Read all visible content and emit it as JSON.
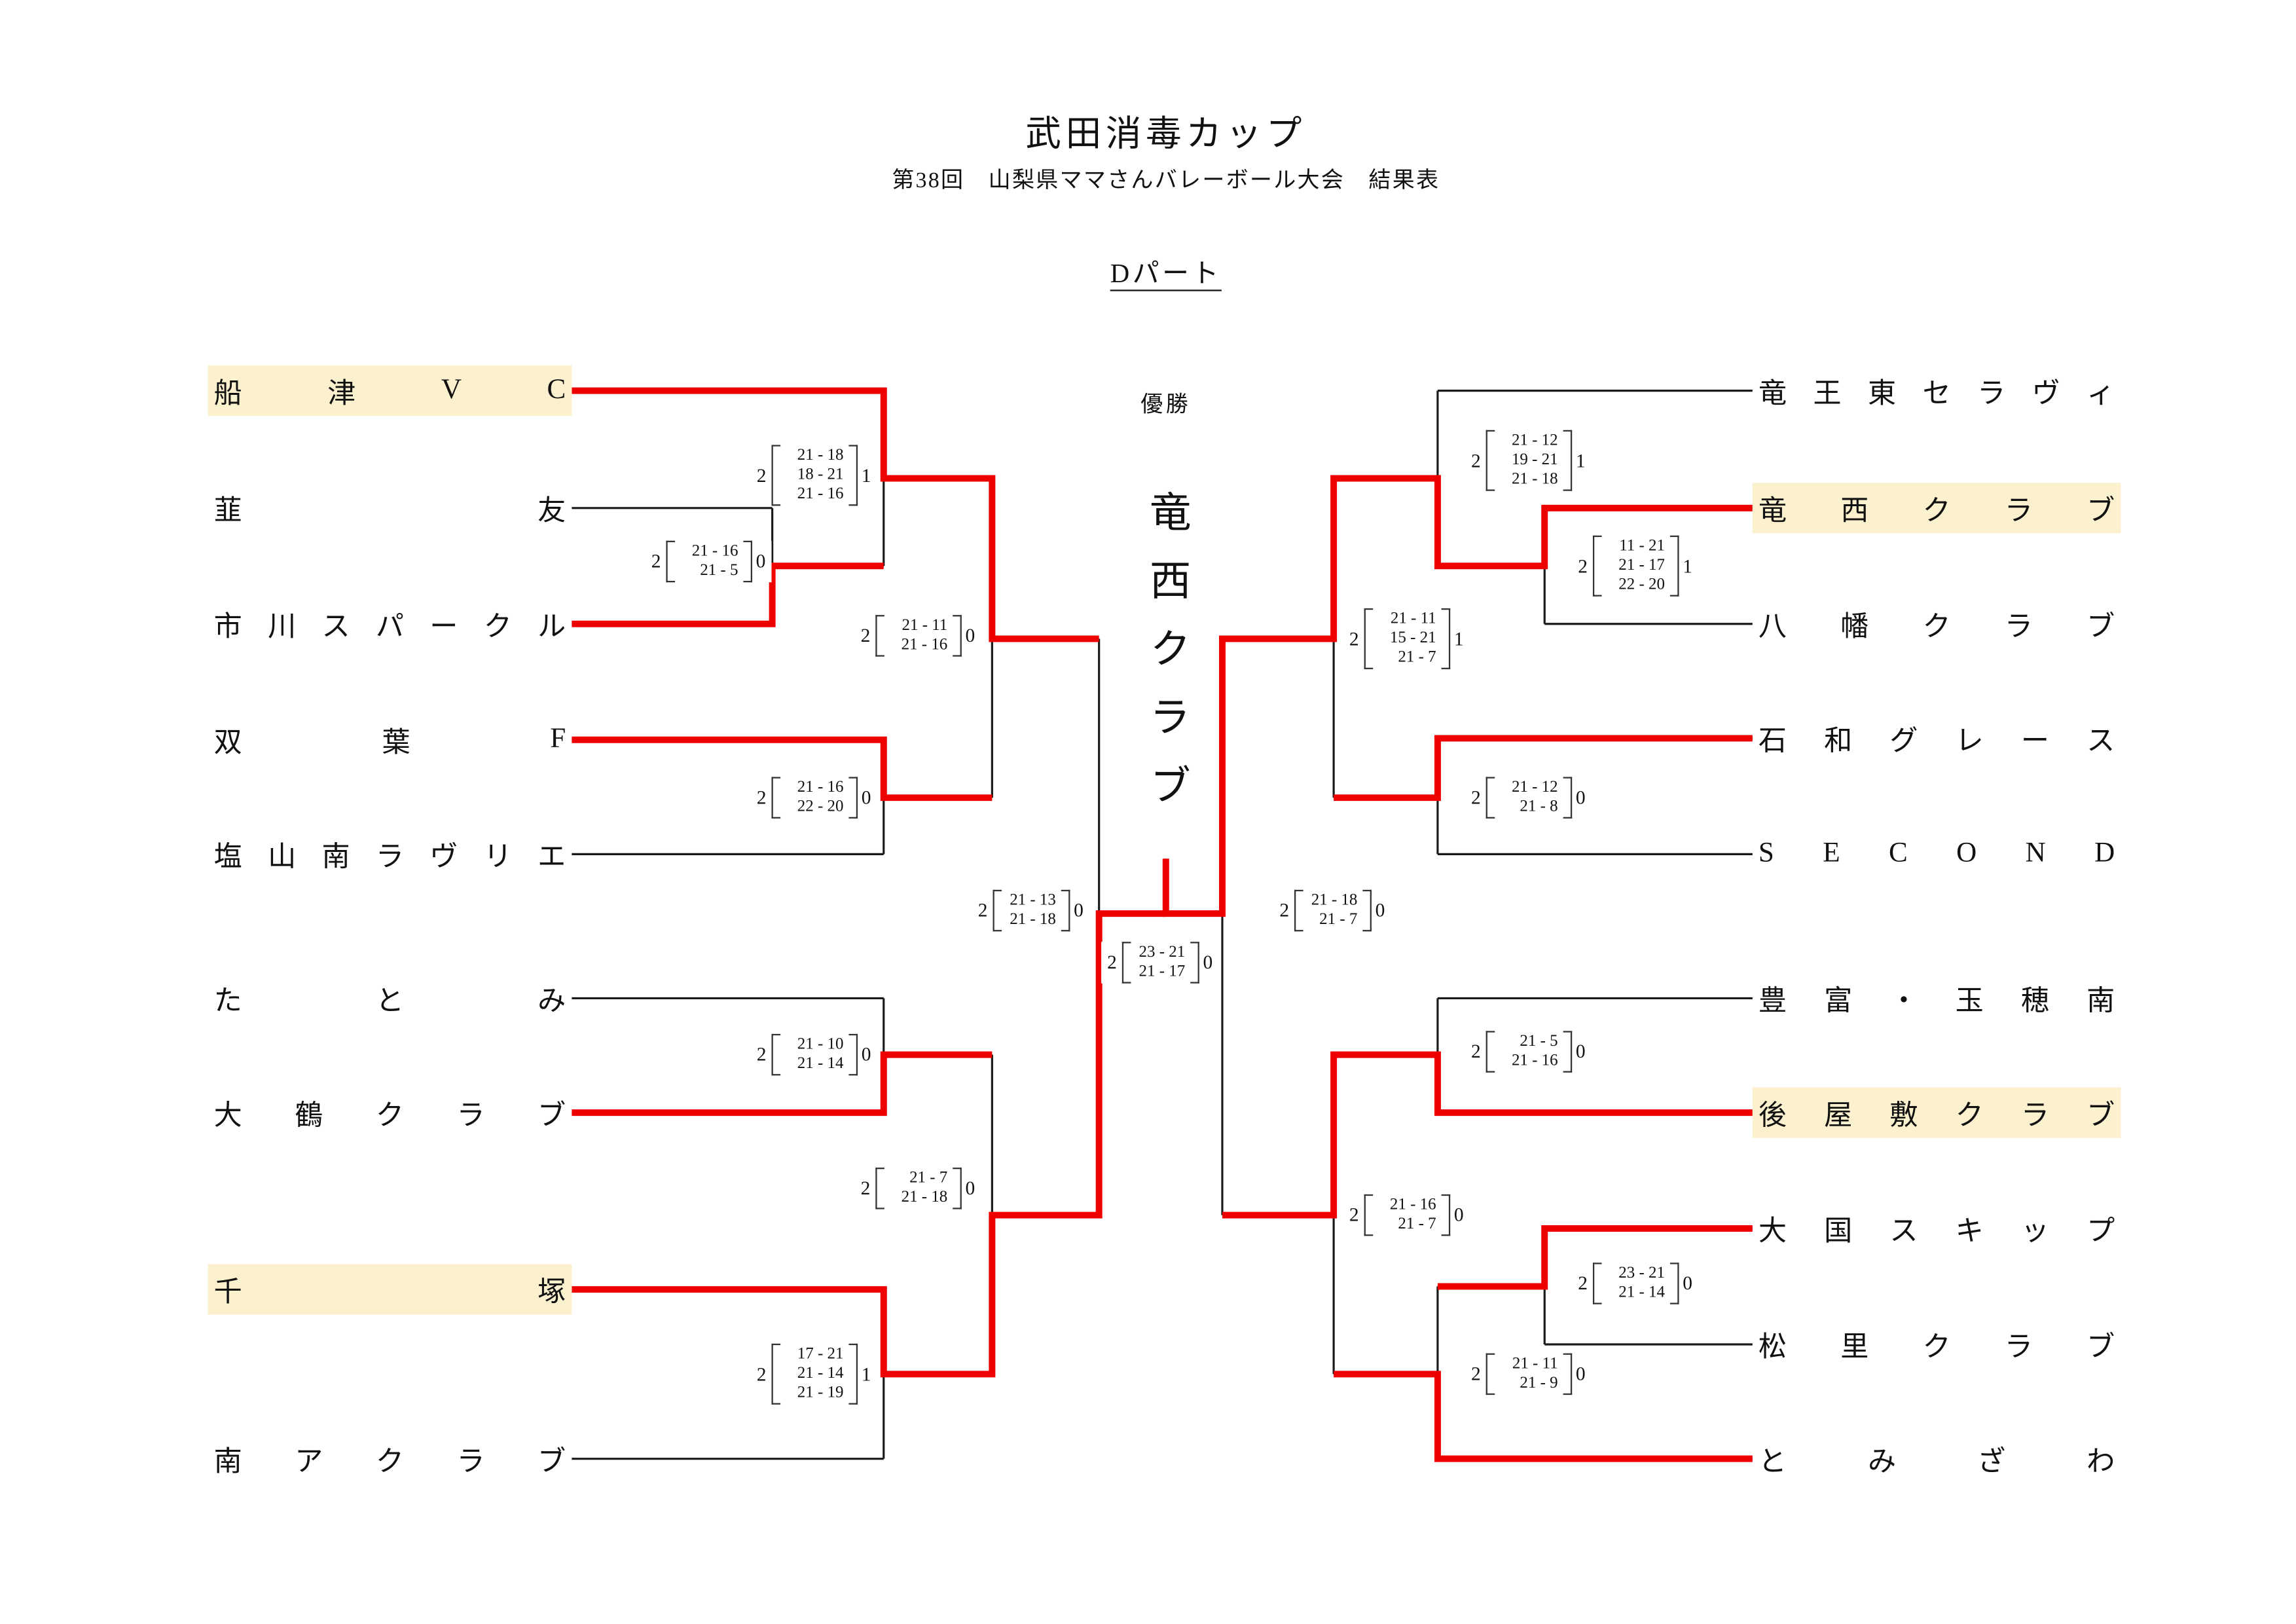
{
  "header": {
    "title": "武田消毒カップ",
    "subtitle": "第38回　山梨県ママさんバレーボール大会　結果表",
    "section": "Dパート"
  },
  "center": {
    "winner_label": "優勝",
    "champion": "竜西クラブ"
  },
  "colors": {
    "line": "#1a1a1a",
    "winner_path": "#ef0000",
    "highlight": "#fcf1cf"
  },
  "teams": {
    "left": [
      {
        "name": "船津VC",
        "highlight": true
      },
      {
        "name": "韮友",
        "highlight": false
      },
      {
        "name": "市川スパークル",
        "highlight": false
      },
      {
        "name": "双葉F",
        "highlight": false
      },
      {
        "name": "塩山南ラヴリエ",
        "highlight": false
      },
      {
        "name": "たとみ",
        "highlight": false
      },
      {
        "name": "大鶴クラブ",
        "highlight": false
      },
      {
        "name": "千塚",
        "highlight": true
      },
      {
        "name": "南アクラブ",
        "highlight": false
      }
    ],
    "right": [
      {
        "name": "竜王東セラヴィ",
        "highlight": false
      },
      {
        "name": "竜西クラブ",
        "highlight": true
      },
      {
        "name": "八幡クラブ",
        "highlight": false
      },
      {
        "name": "石和グレース",
        "highlight": false
      },
      {
        "name": "SECOND",
        "highlight": false
      },
      {
        "name": "豊富・玉穂南",
        "highlight": false
      },
      {
        "name": "後屋敷クラブ",
        "highlight": true
      },
      {
        "name": "大国スキップ",
        "highlight": false
      },
      {
        "name": "松里クラブ",
        "highlight": false
      },
      {
        "name": "とみざわ",
        "highlight": false
      }
    ]
  },
  "scores": [
    {
      "winner_sets": "2",
      "loser_sets": "1",
      "sets": [
        "21 - 18",
        "18 - 21",
        "21 - 16"
      ]
    },
    {
      "winner_sets": "2",
      "loser_sets": "0",
      "sets": [
        "21 - 16",
        "21 - 5"
      ]
    },
    {
      "winner_sets": "2",
      "loser_sets": "0",
      "sets": [
        "21 - 11",
        "21 - 16"
      ]
    },
    {
      "winner_sets": "2",
      "loser_sets": "0",
      "sets": [
        "21 - 16",
        "22 - 20"
      ]
    },
    {
      "winner_sets": "2",
      "loser_sets": "0",
      "sets": [
        "21 - 13",
        "21 - 18"
      ]
    },
    {
      "winner_sets": "2",
      "loser_sets": "0",
      "sets": [
        "21 - 10",
        "21 - 14"
      ]
    },
    {
      "winner_sets": "2",
      "loser_sets": "0",
      "sets": [
        "21 - 7",
        "21 - 18"
      ]
    },
    {
      "winner_sets": "2",
      "loser_sets": "1",
      "sets": [
        "17 - 21",
        "21 - 14",
        "21 - 19"
      ]
    },
    {
      "winner_sets": "2",
      "loser_sets": "0",
      "sets": [
        "23 - 21",
        "21 - 17"
      ]
    },
    {
      "winner_sets": "2",
      "loser_sets": "1",
      "sets": [
        "21 - 12",
        "19 - 21",
        "21 - 18"
      ]
    },
    {
      "winner_sets": "2",
      "loser_sets": "1",
      "sets": [
        "11 - 21",
        "21 - 17",
        "22 - 20"
      ]
    },
    {
      "winner_sets": "2",
      "loser_sets": "1",
      "sets": [
        "21 - 11",
        "15 - 21",
        "21 - 7"
      ]
    },
    {
      "winner_sets": "2",
      "loser_sets": "0",
      "sets": [
        "21 - 12",
        "21 - 8"
      ]
    },
    {
      "winner_sets": "2",
      "loser_sets": "0",
      "sets": [
        "21 - 18",
        "21 - 7"
      ]
    },
    {
      "winner_sets": "2",
      "loser_sets": "0",
      "sets": [
        "21 - 5",
        "21 - 16"
      ]
    },
    {
      "winner_sets": "2",
      "loser_sets": "0",
      "sets": [
        "21 - 16",
        "21 - 7"
      ]
    },
    {
      "winner_sets": "2",
      "loser_sets": "0",
      "sets": [
        "23 - 21",
        "21 - 14"
      ]
    },
    {
      "winner_sets": "2",
      "loser_sets": "0",
      "sets": [
        "21 - 11",
        "21 - 9"
      ]
    }
  ]
}
